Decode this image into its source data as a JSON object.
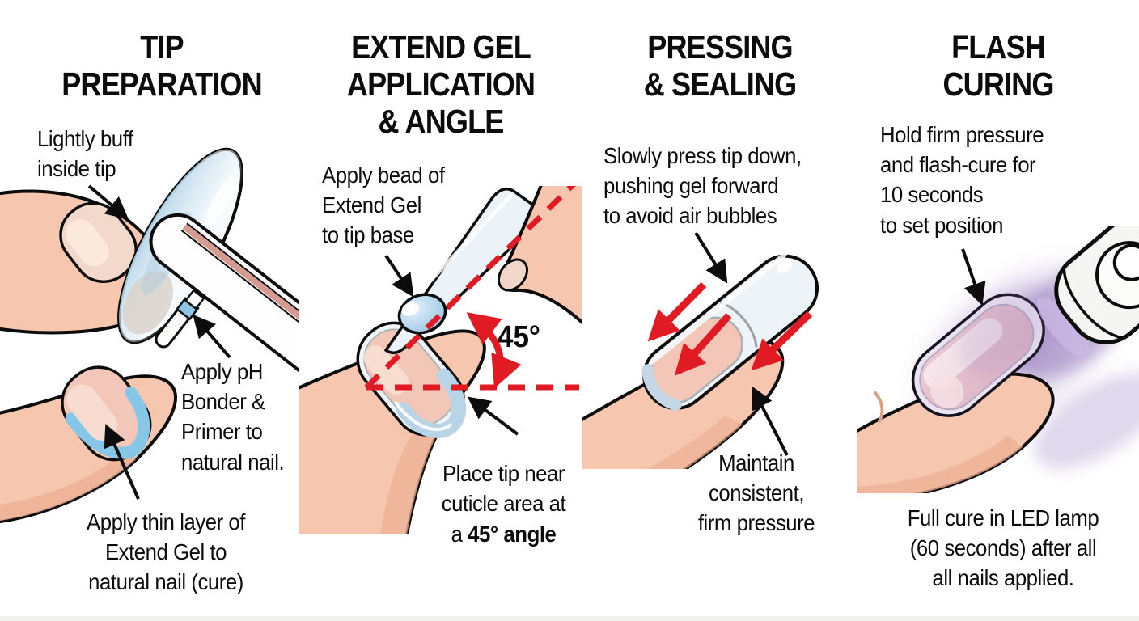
{
  "colors": {
    "ink": "#0c0c0c",
    "accent_red": "#e01b23",
    "skin": "#f6c7ae",
    "skin_shade": "#eeb096",
    "tip_blue": "#cfe3f0",
    "gel_blue": "#8ec4e4",
    "glow_purple": "#9b7fc7"
  },
  "panels": [
    {
      "id": "tip-preparation",
      "title": [
        "TIP",
        "PREPARATION"
      ],
      "annotations": {
        "buff": [
          "Lightly buff",
          "inside tip"
        ],
        "bonder": [
          "Apply pH",
          "Bonder &",
          "Primer to",
          "natural nail."
        ],
        "thin_layer": [
          "Apply thin layer of",
          "Extend Gel to",
          "natural nail (cure)"
        ]
      }
    },
    {
      "id": "extend-gel-application-angle",
      "title": [
        "EXTEND GEL",
        "APPLICATION",
        "& ANGLE"
      ],
      "annotations": {
        "bead": [
          "Apply bead of",
          "Extend Gel",
          "to tip base"
        ],
        "angle": "45°",
        "place_tip": [
          "Place tip near",
          "cuticle area at"
        ],
        "place_tip_prefix": "a ",
        "place_tip_bold": "45° angle"
      }
    },
    {
      "id": "pressing-sealing",
      "title": [
        "PRESSING",
        "& SEALING"
      ],
      "annotations": {
        "press": [
          "Slowly press tip down,",
          "pushing gel forward",
          "to avoid air bubbles"
        ],
        "pressure": [
          "Maintain",
          "consistent,",
          "firm pressure"
        ]
      }
    },
    {
      "id": "flash-curing",
      "title": [
        "FLASH",
        "CURING"
      ],
      "annotations": {
        "hold": [
          "Hold firm pressure",
          "and flash-cure for",
          "10 seconds",
          "to set position"
        ],
        "full_cure": [
          "Full cure in LED lamp",
          "(60 seconds) after all",
          "all nails applied."
        ]
      }
    }
  ]
}
